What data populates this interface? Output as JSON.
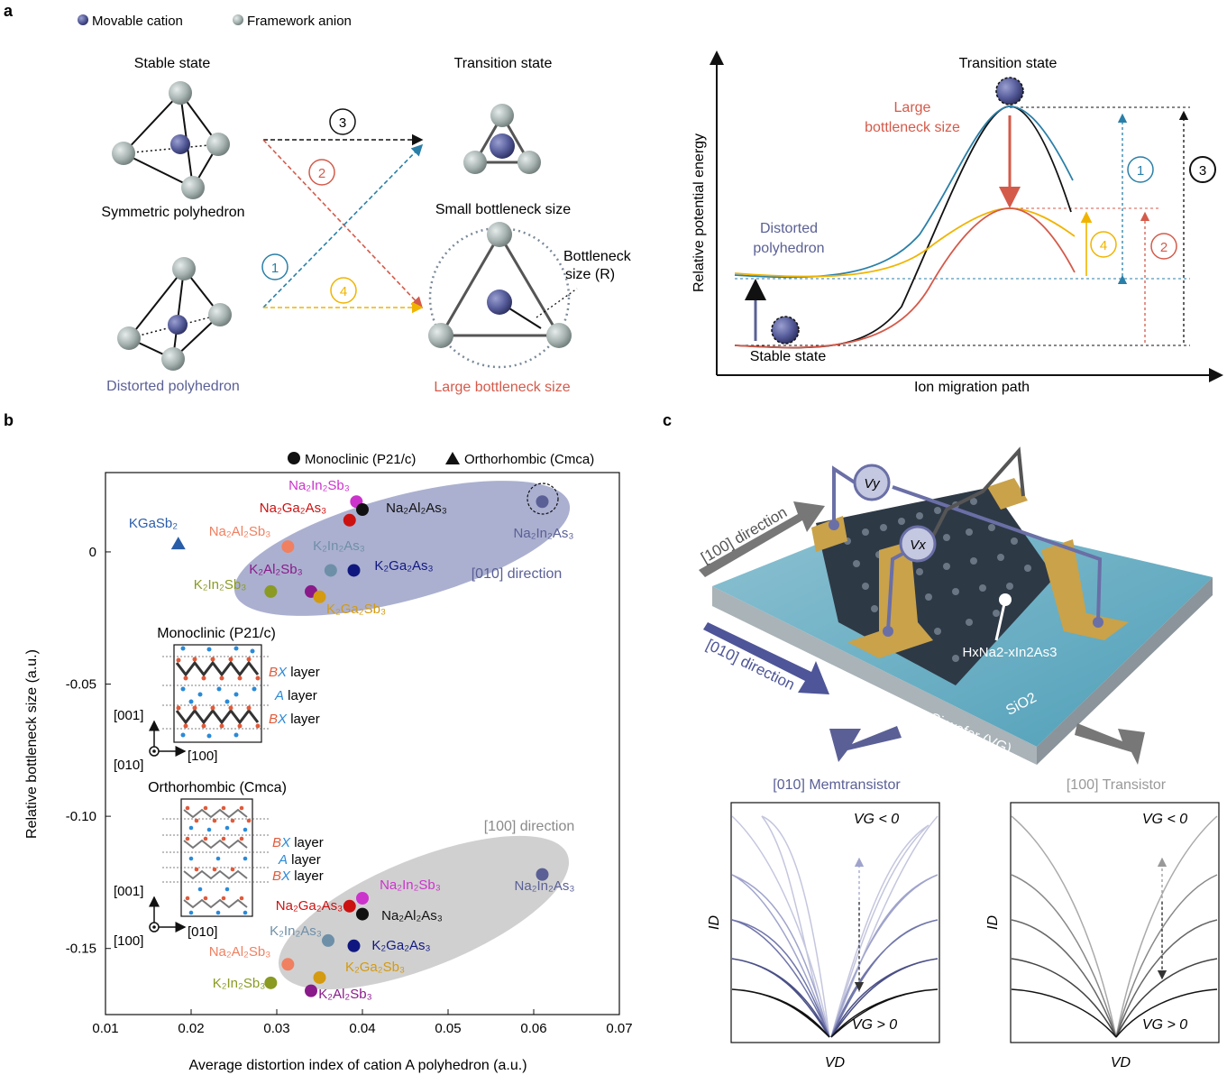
{
  "panel_labels": {
    "a": "a",
    "b": "b",
    "c": "c"
  },
  "panel_a": {
    "legend": {
      "movable": "Movable cation",
      "framework": "Framework anion"
    },
    "stable_state": "Stable state",
    "transition_state": "Transition state",
    "symmetric_polyhedron": "Symmetric polyhedron",
    "distorted_polyhedron": "Distorted polyhedron",
    "small_bottleneck": "Small bottleneck size",
    "large_bottleneck": "Large bottleneck size",
    "bottleneck_label": "Bottleneck",
    "bottleneck_size_label": "size (R)",
    "path_numbers": [
      "1",
      "2",
      "3",
      "4"
    ],
    "energy_plot": {
      "ylabel": "Relative potential energy",
      "xlabel": "Ion migration path",
      "transition_state": "Transition state",
      "large_bottleneck_line1": "Large",
      "large_bottleneck_line2": "bottleneck size",
      "distorted_line1": "Distorted",
      "distorted_line2": "polyhedron",
      "stable_state": "Stable state",
      "numbers": [
        "1",
        "2",
        "3",
        "4"
      ]
    }
  },
  "panel_b": {
    "legend": {
      "monoclinic": "Monoclinic (P21/c)",
      "orthorhombic": "Orthorhombic (Cmca)"
    },
    "ylabel": "Relative bottleneck size (a.u.)",
    "xlabel": "Average distortion index of cation A polyhedron (a.u.)",
    "direction_010": "[010] direction",
    "direction_100": "[100] direction",
    "monoclinic_title": "Monoclinic (P21/c)",
    "orthorhombic_title": "Orthorhombic (Cmca)",
    "layers": {
      "bx": "BX layer",
      "a": "A layer"
    },
    "axes_labels": {
      "a001": "[001]",
      "a010": "[010]",
      "a100": "[100]"
    },
    "x_ticks": [
      "0.01",
      "0.02",
      "0.03",
      "0.04",
      "0.05",
      "0.06",
      "0.07"
    ],
    "y_ticks": [
      "0",
      "-0.05",
      "-0.10",
      "-0.15"
    ]
  },
  "chart_data": {
    "type": "scatter",
    "xlabel": "Average distortion index of cation A polyhedron (a.u.)",
    "ylabel": "Relative bottleneck size (a.u.)",
    "xlim": [
      0.01,
      0.07
    ],
    "ylim": [
      -0.175,
      0.03
    ],
    "series": [
      {
        "name": "[010] direction",
        "points": [
          {
            "label": "Na2In2Sb3",
            "x": 0.0393,
            "y": 0.019,
            "color": "#cc33cc",
            "marker": "circle"
          },
          {
            "label": "Na2Ga2As3",
            "x": 0.0385,
            "y": 0.012,
            "color": "#cc1111",
            "marker": "circle"
          },
          {
            "label": "Na2Al2As3",
            "x": 0.04,
            "y": 0.016,
            "color": "#111111",
            "marker": "circle"
          },
          {
            "label": "Na2In2As3",
            "x": 0.061,
            "y": 0.019,
            "color": "#5a6096",
            "marker": "circle"
          },
          {
            "label": "KGaSb2",
            "x": 0.0185,
            "y": 0.003,
            "color": "#2a5da8",
            "marker": "triangle"
          },
          {
            "label": "Na2Al2Sb3",
            "x": 0.0313,
            "y": 0.002,
            "color": "#f08060",
            "marker": "circle"
          },
          {
            "label": "K2In2As3",
            "x": 0.0363,
            "y": -0.007,
            "color": "#6e8fa8",
            "marker": "circle"
          },
          {
            "label": "K2Ga2As3",
            "x": 0.039,
            "y": -0.007,
            "color": "#101880",
            "marker": "circle"
          },
          {
            "label": "K2In2Sb3",
            "x": 0.0293,
            "y": -0.015,
            "color": "#8a9a22",
            "marker": "circle"
          },
          {
            "label": "K2Al2Sb3",
            "x": 0.034,
            "y": -0.015,
            "color": "#8a1a8a",
            "marker": "circle"
          },
          {
            "label": "K2Ga2Sb3",
            "x": 0.035,
            "y": -0.017,
            "color": "#d49a10",
            "marker": "circle"
          }
        ]
      },
      {
        "name": "[100] direction",
        "points": [
          {
            "label": "Na2In2As3",
            "x": 0.061,
            "y": -0.122,
            "color": "#5a6096",
            "marker": "circle"
          },
          {
            "label": "Na2In2Sb3",
            "x": 0.04,
            "y": -0.131,
            "color": "#cc33cc",
            "marker": "circle"
          },
          {
            "label": "Na2Ga2As3",
            "x": 0.0385,
            "y": -0.134,
            "color": "#cc1111",
            "marker": "circle"
          },
          {
            "label": "Na2Al2As3",
            "x": 0.04,
            "y": -0.137,
            "color": "#111111",
            "marker": "circle"
          },
          {
            "label": "K2In2As3",
            "x": 0.036,
            "y": -0.147,
            "color": "#6e8fa8",
            "marker": "circle"
          },
          {
            "label": "K2Ga2As3",
            "x": 0.039,
            "y": -0.149,
            "color": "#101880",
            "marker": "circle"
          },
          {
            "label": "Na2Al2Sb3",
            "x": 0.0313,
            "y": -0.156,
            "color": "#f08060",
            "marker": "circle"
          },
          {
            "label": "K2Ga2Sb3",
            "x": 0.035,
            "y": -0.161,
            "color": "#d49a10",
            "marker": "circle"
          },
          {
            "label": "K2In2Sb3",
            "x": 0.0293,
            "y": -0.163,
            "color": "#8a9a22",
            "marker": "circle"
          },
          {
            "label": "K2Al2Sb3",
            "x": 0.034,
            "y": -0.166,
            "color": "#8a1a8a",
            "marker": "circle"
          }
        ]
      }
    ]
  },
  "panel_c": {
    "dir_100": "[100] direction",
    "dir_010": "[010] direction",
    "vy": "Vy",
    "vx": "Vx",
    "material": "HxNa2-xIn2As3",
    "wafer": "p++ Si wafer (VG)",
    "sio2": "SiO2",
    "memtransistor": "[010] Memtransistor",
    "transistor": "[100] Transistor",
    "vg_neg": "VG < 0",
    "vg_pos": "VG > 0",
    "id_label": "ID",
    "vd_label": "VD"
  },
  "colors": {
    "cation": "#4a4f86",
    "anion": "#9aa8a6",
    "blue_curve": "#2a7fa8",
    "red_curve": "#d45a4a",
    "yellow_curve": "#f0b400",
    "purple_text": "#5a6096",
    "red_text": "#d45a4a",
    "ellipse_010": "#9ca2c8",
    "ellipse_100": "#c8c8c8",
    "electrode": "#c9a24a"
  }
}
